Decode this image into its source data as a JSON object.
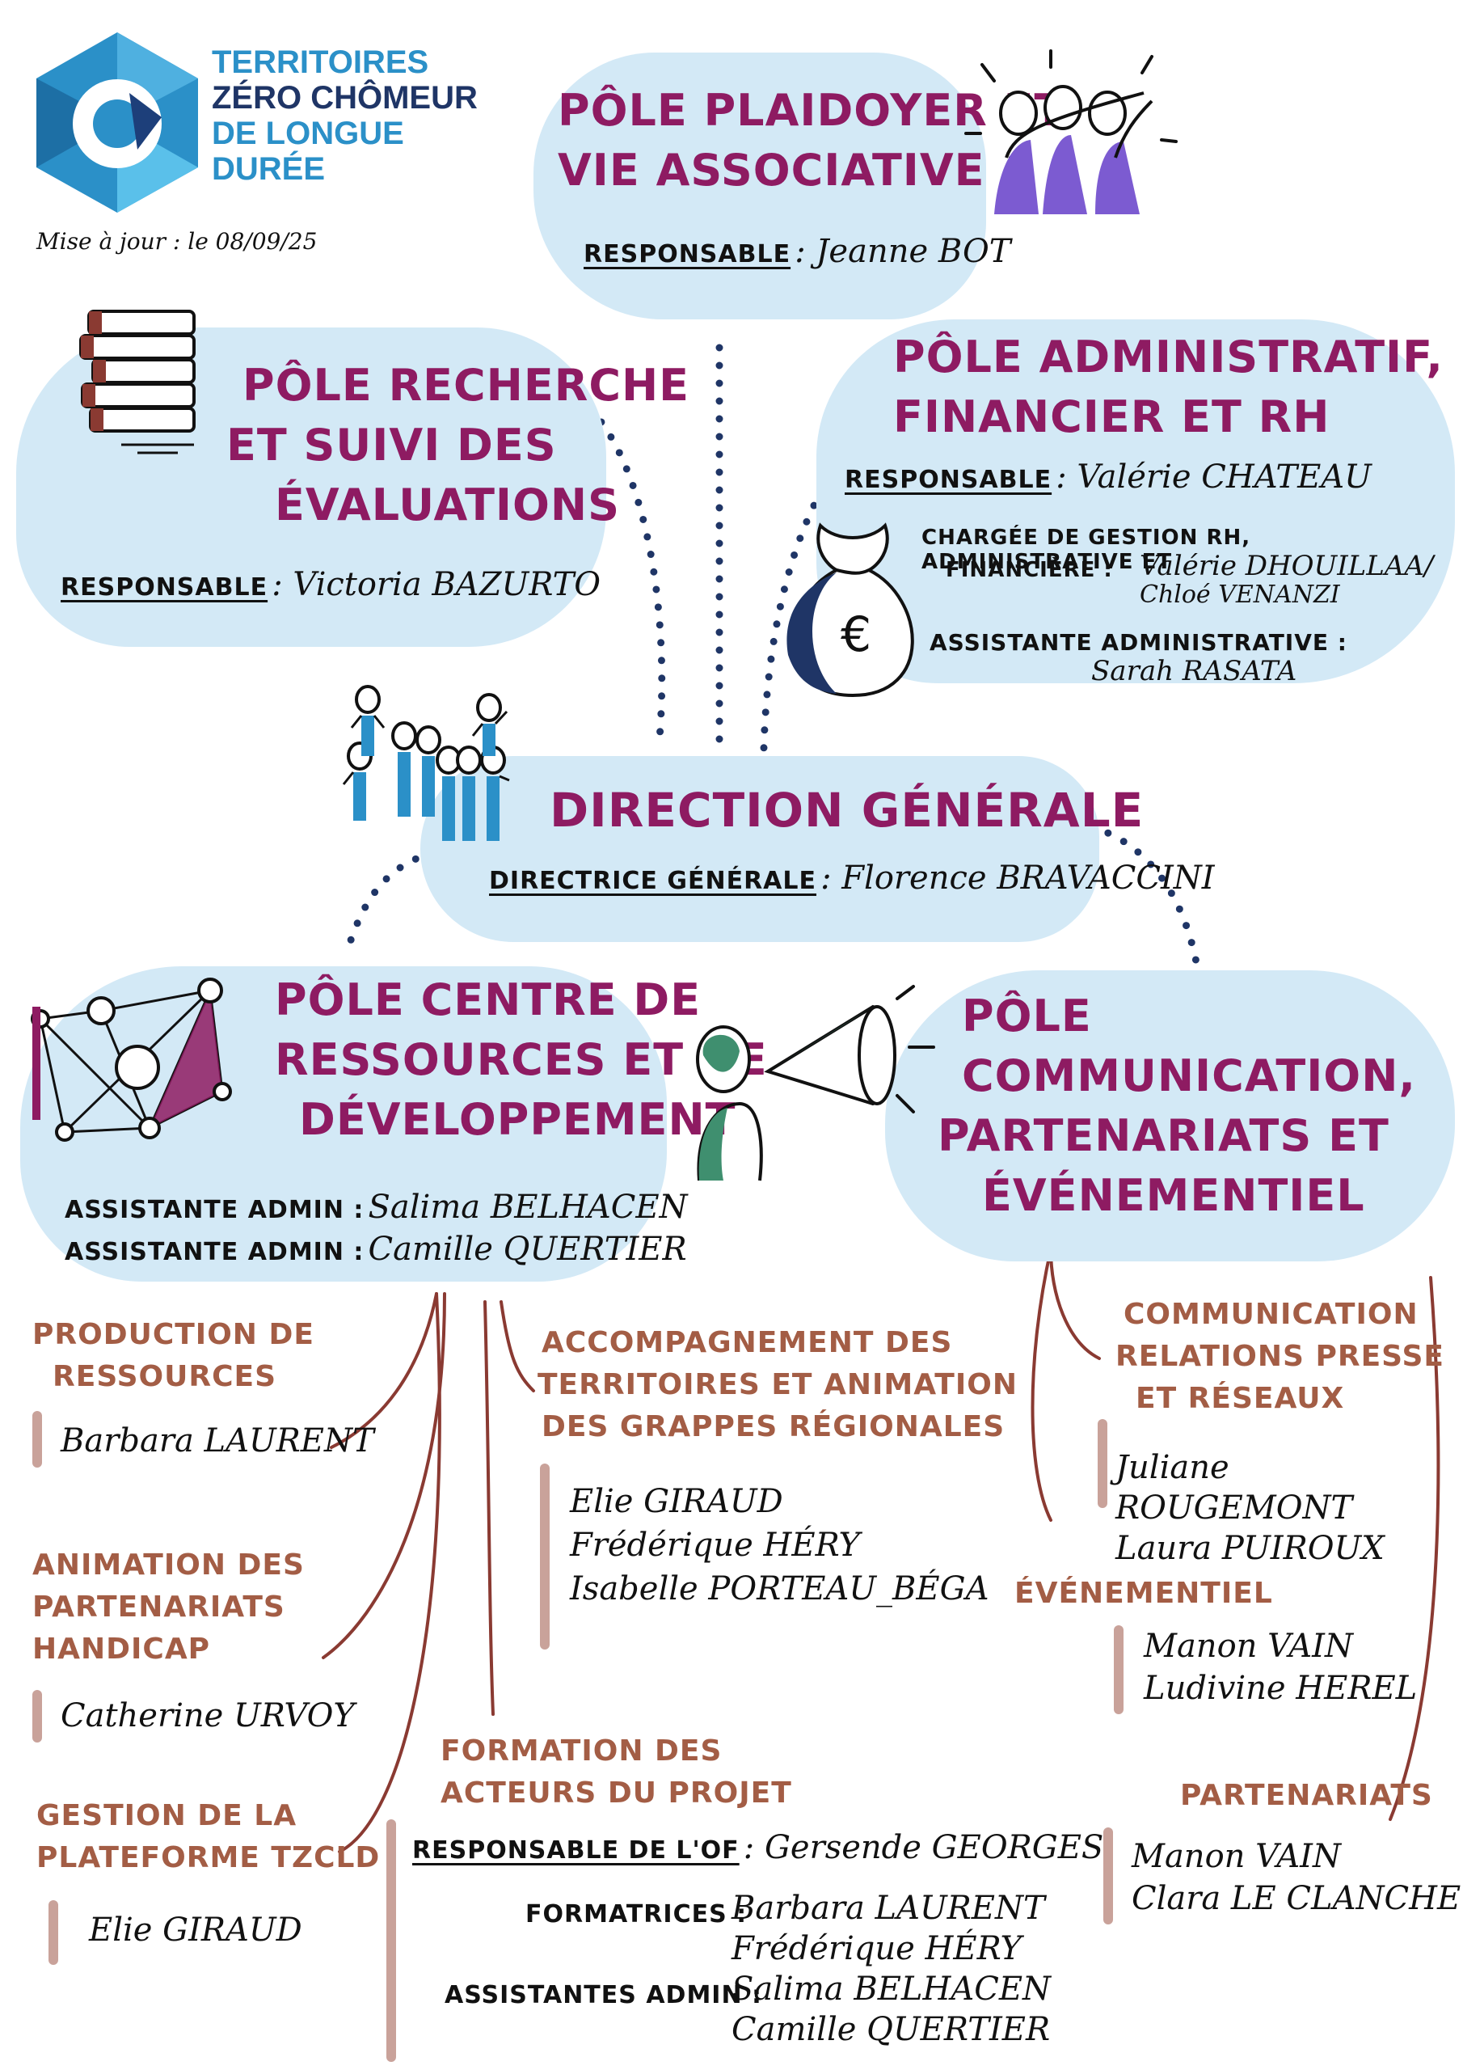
{
  "logo": {
    "line1": "TERRITOIRES",
    "line2": "ZÉRO CHÔMEUR",
    "line3": "DE LONGUE",
    "line4": "DURÉE"
  },
  "update_note": "Mise à jour : le 08/09/25",
  "poles": {
    "plaidoyer": {
      "title_1": "Pôle plaidoyer et",
      "title_2": "vie associative",
      "resp_label": "Responsable",
      "resp_name": ": Jeanne BOT"
    },
    "recherche": {
      "title_1": "Pôle recherche",
      "title_2": "et suivi des",
      "title_3": "évaluations",
      "resp_label": "Responsable",
      "resp_name": ": Victoria BAZURTO"
    },
    "administratif": {
      "title_1": "Pôle administratif,",
      "title_2": "financier et RH",
      "resp_label": "Responsable",
      "resp_name": ": Valérie CHATEAU",
      "charge_label_1": "Chargée de gestion RH, administrative et",
      "charge_label_2": "financière :",
      "charge_names_1": "Valérie DHOUILLAA/",
      "charge_names_2": "Chloé VENANZI",
      "assist_label": "Assistante administrative :",
      "assist_name": "Sarah RASATA"
    },
    "direction": {
      "title": "Direction générale",
      "resp_label": "Directrice générale",
      "resp_name": ": Florence BRAVACCINI"
    },
    "centre": {
      "title_1": "Pôle centre de",
      "title_2": "ressources et de",
      "title_3": "développement",
      "assist_1_label": "Assistante admin :",
      "assist_1_name": "Salima BELHACEN",
      "assist_2_label": "Assistante admin :",
      "assist_2_name": "Camille QUERTIER"
    },
    "communication": {
      "title_1": "Pôle communication,",
      "title_2": "partenariats et",
      "title_3": "événementiel"
    }
  },
  "sub_left": {
    "production": {
      "title_1": "Production de",
      "title_2": "ressources",
      "names": [
        "Barbara LAURENT"
      ]
    },
    "handicap": {
      "title_1": "Animation des",
      "title_2": "partenariats",
      "title_3": "handicap",
      "names": [
        "Catherine URVOY"
      ]
    },
    "plateforme": {
      "title_1": "Gestion de la",
      "title_2": "plateforme TZCLD",
      "names": [
        "Elie GIRAUD"
      ]
    }
  },
  "sub_middle": {
    "accompagnement": {
      "title_1": "Accompagnement des",
      "title_2": "territoires et animation",
      "title_3": "des grappes régionales",
      "names": [
        "Elie GIRAUD",
        "Frédérique HÉRY",
        "Isabelle PORTEAU_BÉGA"
      ]
    },
    "formation": {
      "title_1": "Formation des",
      "title_2": "acteurs du projet",
      "resp_label": "Responsable de l'OF",
      "resp_name": ": Gersende GEORGES",
      "formatrices_label": "Formatrices :",
      "formatrices": [
        "Barbara LAURENT",
        "Frédérique HÉRY"
      ],
      "assist_label": "Assistantes admin :",
      "assistantes": [
        "Salima BELHACEN",
        "Camille QUERTIER"
      ]
    }
  },
  "sub_right": {
    "communication": {
      "title_1": "Communication",
      "title_2": "relations presse",
      "title_3": "et réseaux",
      "names": [
        "Juliane ROUGEMONT",
        "Laura PUIROUX"
      ]
    },
    "evenementiel": {
      "title": "Événementiel",
      "names": [
        "Manon VAIN",
        "Ludivine HEREL"
      ]
    },
    "partenariats": {
      "title": "Partenariats",
      "names": [
        "Manon VAIN",
        "Clara LE CLANCHE"
      ]
    }
  },
  "colors": {
    "cloud": "#d3e9f6",
    "title": "#8e1b62",
    "subtitle": "#a35d45",
    "dots": "#1f3566",
    "logo_blue": "#2b90c8"
  }
}
